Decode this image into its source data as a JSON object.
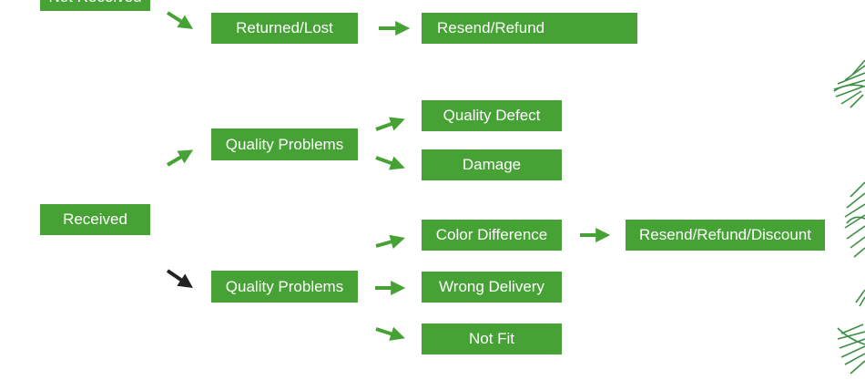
{
  "nodes": {
    "not_received": "Not Received",
    "returned_lost": "Returned/Lost",
    "resend_refund": "Resend/Refund",
    "quality_problems_top": "Quality Problems",
    "quality_defect": "Quality Defect",
    "damage": "Damage",
    "received": "Received",
    "color_difference": "Color Difference",
    "resend_refund_discount": "Resend/Refund/Discount",
    "quality_problems_bottom": "Quality Problems",
    "wrong_delivery": "Wrong Delivery",
    "not_fit": "Not Fit"
  },
  "colors": {
    "box": "#47a235",
    "arrow_green": "#47a235",
    "arrow_black": "#222222",
    "leaf": "#3d8f45"
  },
  "decorations": [
    "palm-leaf",
    "palm-leaf",
    "palm-leaf",
    "palm-leaf"
  ]
}
